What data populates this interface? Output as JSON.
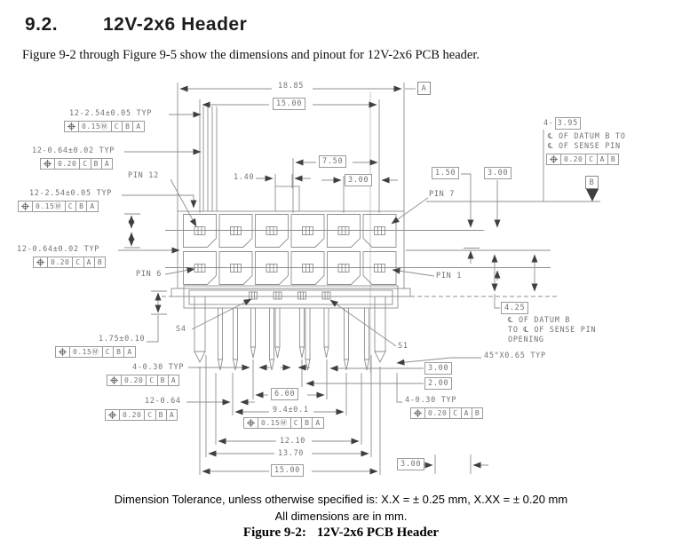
{
  "header": {
    "section": "9.2.",
    "title": "12V-2x6 Header"
  },
  "intro": "Figure 9-2 through Figure 9-5 show the dimensions and pinout for 12V-2x6 PCB header.",
  "datum_flags": {
    "a": "A",
    "b": "B"
  },
  "dims": {
    "overall_width": "18.85",
    "pin_span_top": "15.00",
    "d750": "7.50",
    "d140": "1.40",
    "pitch_top": "3.00",
    "row_gap": "1.50",
    "row_pitch": "3.00",
    "sense_qty_prefix": "4-",
    "sense_offset": "3.95",
    "datum_b_note_1": "℄ OF DATUM B TO",
    "datum_b_note_2": "℄ OF SENSE PIN",
    "d425": "4.25",
    "d425_note_1": "℄ OF DATUM B",
    "d425_note_2": "TO ℄ OF SENSE PIN",
    "d425_note_3": "OPENING",
    "chamfer": "45°X0.65 TYP",
    "d300_r": "3.00",
    "d200_r": "2.00",
    "d600": "6.00",
    "d1210": "12.10",
    "d1370": "13.70",
    "pin_span_bottom": "15.00",
    "d300_b": "3.00"
  },
  "tol_labels": {
    "l1": "12-2.54±0.05 TYP",
    "l2": "12-0.64±0.02 TYP",
    "l3": "12-2.54±0.05 TYP",
    "l4": "12-0.64±0.02 TYP",
    "l5": "1.75±0.10",
    "l6": "4-0.30 TYP",
    "l7": "12-0.64",
    "b1": "9.4±0.1",
    "rb": "4-0.30 TYP"
  },
  "fcf": {
    "l1": {
      "tol": "0.15Ⓜ",
      "d": [
        "C",
        "B",
        "A"
      ]
    },
    "l2": {
      "tol": "0.20",
      "d": [
        "C",
        "B",
        "A"
      ]
    },
    "l3": {
      "tol": "0.15Ⓜ",
      "d": [
        "C",
        "B",
        "A"
      ]
    },
    "l4": {
      "tol": "0.20",
      "d": [
        "C",
        "A",
        "B"
      ]
    },
    "l5": {
      "tol": "0.15Ⓜ",
      "d": [
        "C",
        "B",
        "A"
      ]
    },
    "l6": {
      "tol": "0.20",
      "d": [
        "C",
        "B",
        "A"
      ]
    },
    "l7": {
      "tol": "0.20",
      "d": [
        "C",
        "B",
        "A"
      ]
    },
    "b1": {
      "tol": "0.15Ⓜ",
      "d": [
        "C",
        "B",
        "A"
      ]
    },
    "rt": {
      "tol": "0.20",
      "d": [
        "C",
        "A",
        "B"
      ]
    },
    "rb": {
      "tol": "0.20",
      "d": [
        "C",
        "A",
        "B"
      ]
    }
  },
  "pins": {
    "pin12": "PIN 12",
    "pin7": "PIN 7",
    "pin6": "PIN 6",
    "pin1": "PIN 1",
    "s4": "S4",
    "s1": "S1"
  },
  "footer": {
    "tolerance": "Dimension Tolerance, unless otherwise specified is: X.X = ± 0.25 mm, X.XX = ± 0.20 mm",
    "units": "All dimensions are in mm.",
    "caption_label": "Figure 9-2:",
    "caption_title": "12V-2x6 PCB Header"
  }
}
